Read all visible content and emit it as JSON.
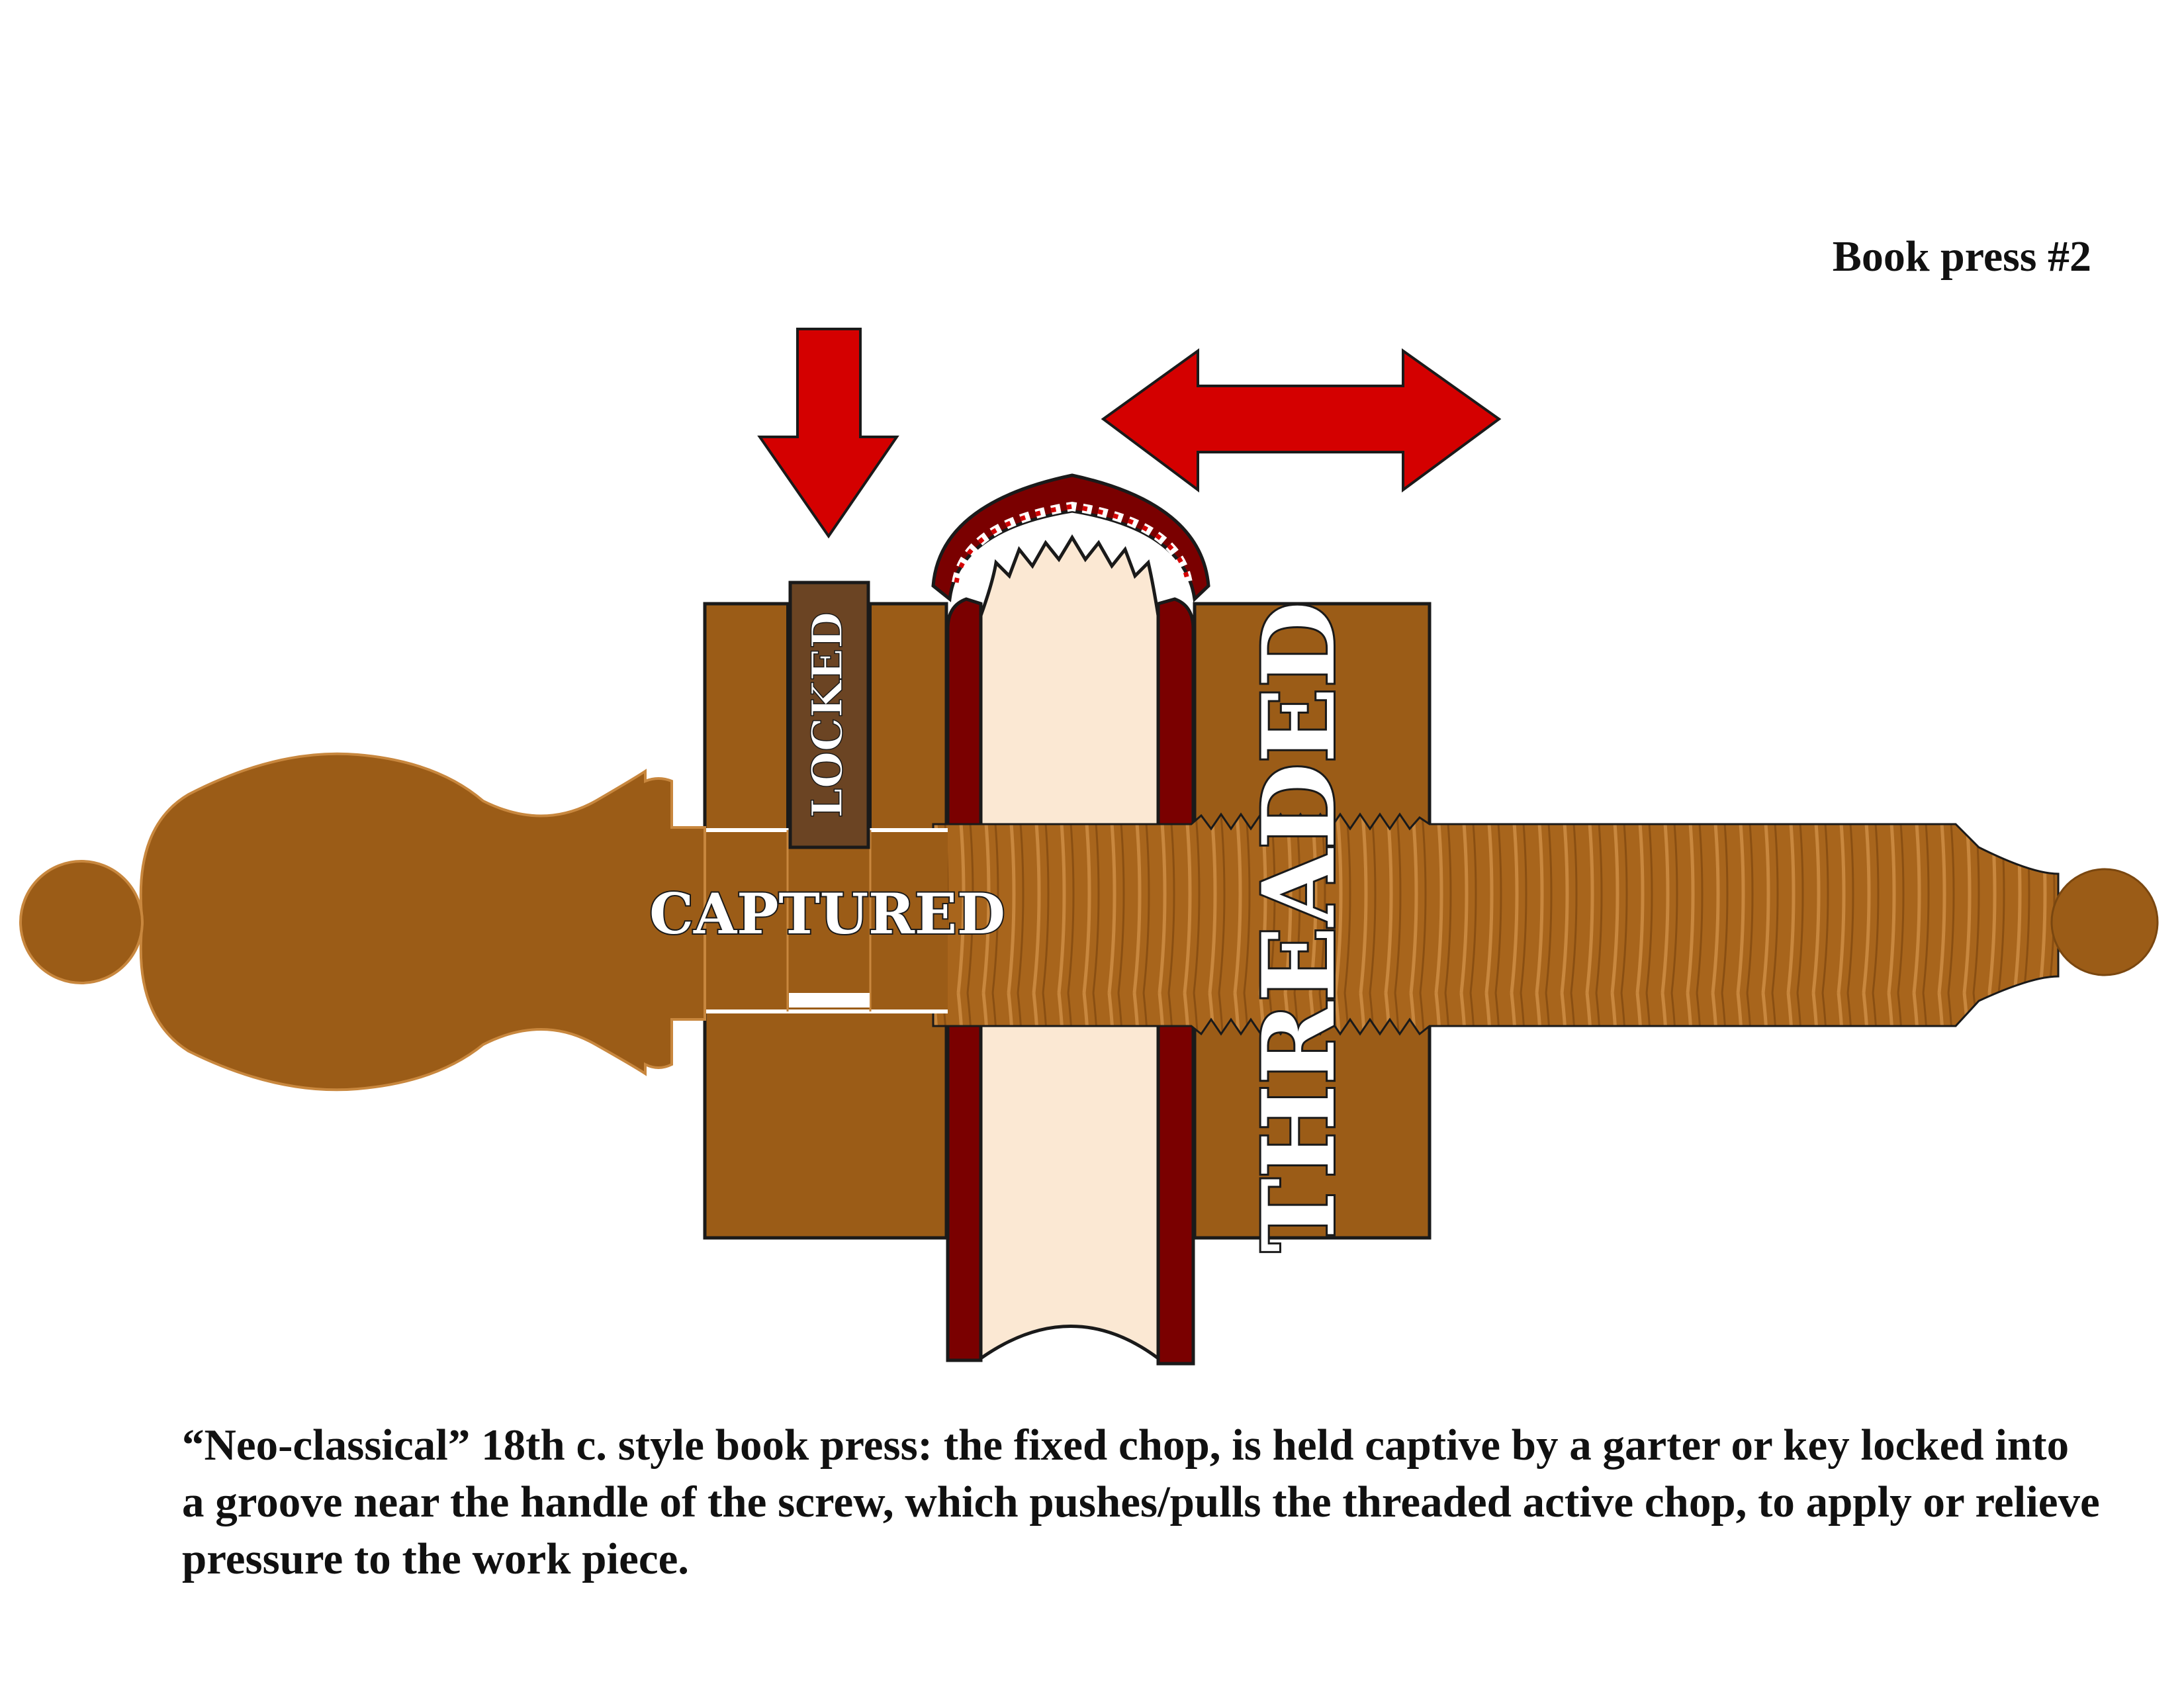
{
  "title": "Book press #2",
  "labels": {
    "locked": "LOCKED",
    "captured": "CAPTURED",
    "threaded": "THREADED"
  },
  "caption": "“Neo-classical” 18th c. style book press: the fixed chop, is held captive by a garter or key locked into a groove near the handle of the screw, which pushes/pulls the threaded active chop, to apply or relieve pressure to the work piece.",
  "colors": {
    "wood": "#9B5C17",
    "wood_light": "#A8651C",
    "key": "#6B4423",
    "arrow": "#D40000",
    "cover": "#7A0000",
    "pages": "#FBE8D3",
    "outline": "#1a1a1a"
  },
  "icons": {
    "down_arrow": "arrow-down-icon",
    "double_arrow": "arrow-left-right-icon"
  }
}
